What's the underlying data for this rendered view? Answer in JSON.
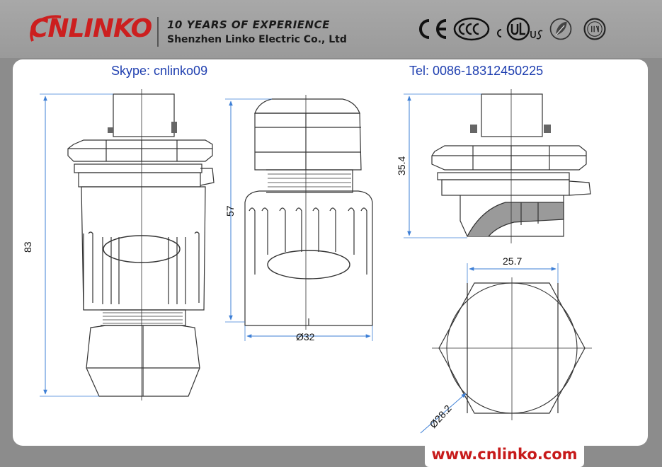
{
  "header": {
    "brand": "CNLINKO",
    "tagline": "10 YEARS OF  EXPERIENCE",
    "company": "Shenzhen Linko Electric Co., Ltd",
    "certifications": [
      "ce-mark-icon",
      "ccc-mark-icon",
      "cul-us-mark-icon",
      "rohs-mark-icon",
      "iso9001-mark-icon"
    ]
  },
  "contact": {
    "skype": "Skype: cnlinko09",
    "tel": "Tel: 0086-18312450225"
  },
  "dimensions": {
    "total_height": "83",
    "plug_height": "57",
    "plug_diameter": "Ø32",
    "socket_height": "35.4",
    "flat_width": "25.7",
    "hex_diameter": "Ø28.2"
  },
  "footer": {
    "website": "www.cnlinko.com"
  },
  "colors": {
    "brand_red": "#cc1f1f",
    "contact_blue": "#1f3fb0",
    "dimension_blue": "#3d7fd6"
  }
}
